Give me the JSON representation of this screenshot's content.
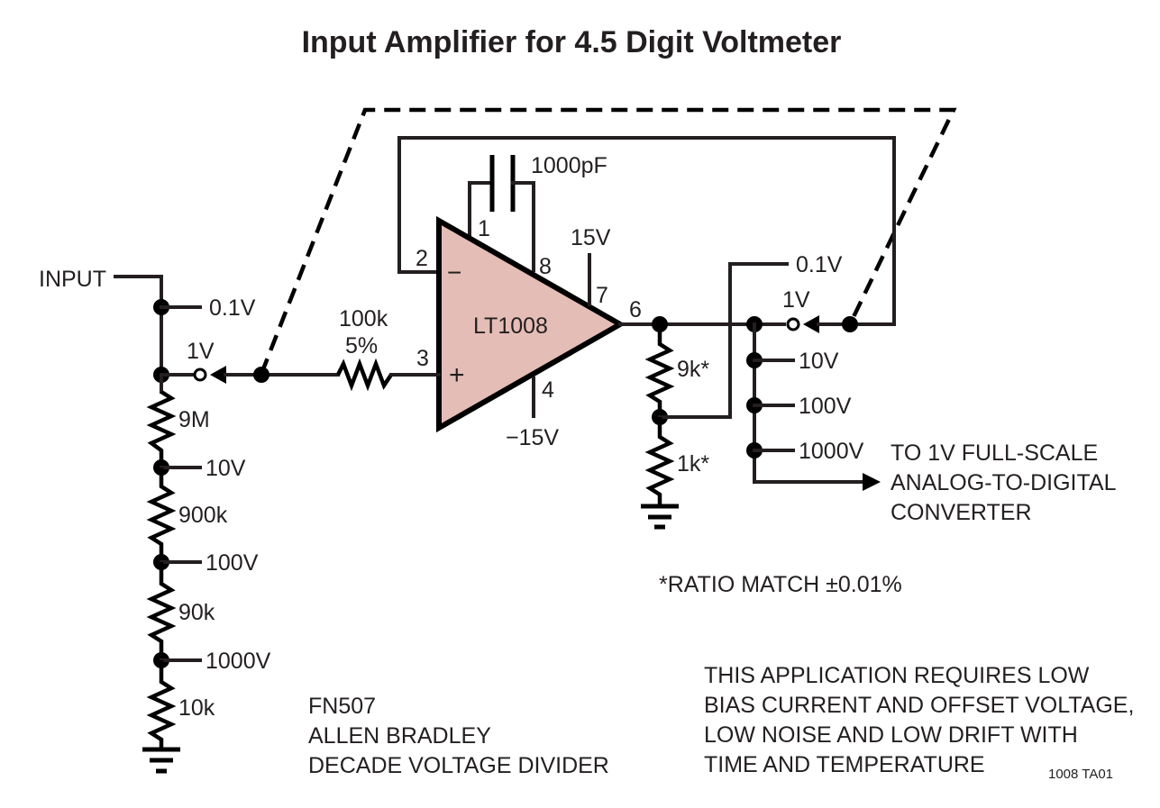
{
  "title": "Input Amplifier for 4.5 Digit Voltmeter",
  "colors": {
    "opamp_fill": "#e4bdb6",
    "ink": "#231f20"
  },
  "input": {
    "label": "INPUT"
  },
  "divider": {
    "taps": [
      "0.1V",
      "1V",
      "10V",
      "100V",
      "1000V"
    ],
    "resistors": [
      "9M",
      "900k",
      "90k",
      "10k"
    ],
    "note_lines": [
      "FN507",
      "ALLEN BRADLEY",
      "DECADE VOLTAGE DIVIDER"
    ]
  },
  "series_resistor": {
    "value": "100k",
    "tolerance": "5%"
  },
  "opamp": {
    "part": "LT1008",
    "minus_sign": "−",
    "plus_sign": "+",
    "pins": {
      "p1": "1",
      "p2": "2",
      "p3": "3",
      "p4": "4",
      "p6": "6",
      "p7": "7",
      "p8": "8"
    },
    "vplus": "15V",
    "vminus": "−15V"
  },
  "compensation_cap": {
    "value": "1000pF"
  },
  "feedback": {
    "resistors": [
      "9k*",
      "1k*"
    ]
  },
  "output_switch": {
    "taps": [
      "0.1V",
      "1V",
      "10V",
      "100V",
      "1000V"
    ]
  },
  "output_label_lines": [
    "TO 1V FULL-SCALE",
    "ANALOG-TO-DIGITAL",
    "CONVERTER"
  ],
  "ratio_note": "*RATIO MATCH ±0.01%",
  "requirements_lines": [
    "THIS APPLICATION REQUIRES LOW",
    "BIAS CURRENT AND OFFSET VOLTAGE,",
    "LOW NOISE AND LOW DRIFT WITH",
    "TIME AND TEMPERATURE"
  ],
  "figure_id": "1008 TA01"
}
